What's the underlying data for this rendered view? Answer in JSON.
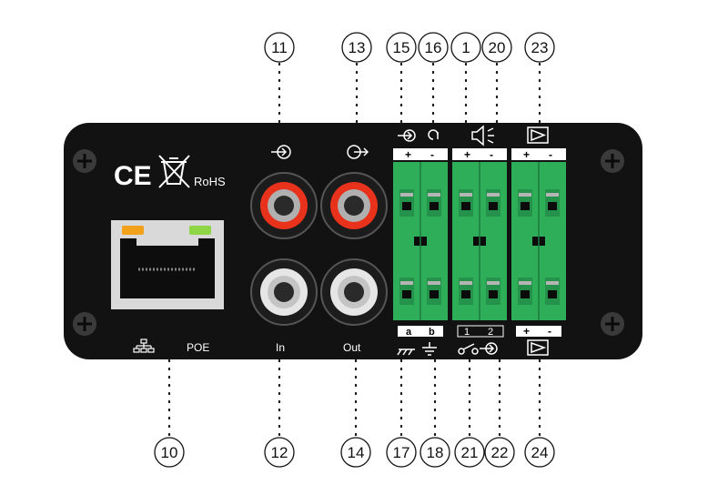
{
  "callouts_top": [
    "11",
    "13",
    "15",
    "16",
    "1",
    "20",
    "23"
  ],
  "callouts_bottom": [
    "10",
    "12",
    "14",
    "17",
    "18",
    "21",
    "22",
    "24"
  ],
  "labels": {
    "rohs": "RoHS",
    "poe": "POE",
    "in": "In",
    "out": "Out",
    "ce": "CE",
    "plus": "+",
    "minus": "-",
    "a": "a",
    "b": "b",
    "one": "1",
    "two": "2"
  },
  "colors": {
    "panel": "#121212",
    "terminal_green": "#2fae5a",
    "rca_red": "#e8321c",
    "rca_white": "#e6e6e6",
    "led_orange": "#f2a11a",
    "led_green": "#8ed646"
  },
  "icons": [
    "input-arrow-icon",
    "output-arrow-icon",
    "reset-loop-icon",
    "speaker-icon",
    "amplifier-icon",
    "ground-icon",
    "earth-icon",
    "switch-icon",
    "network-icon",
    "weee-bin-icon"
  ]
}
